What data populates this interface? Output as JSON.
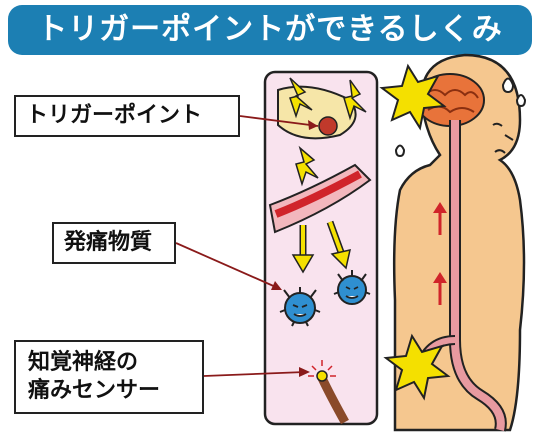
{
  "title": "トリガーポイントができるしくみ",
  "labels": {
    "trigger_point": "トリガーポイント",
    "pain_substance": "発痛物質",
    "pain_sensor_line1": "知覚神経の",
    "pain_sensor_line2": "痛みセンサー"
  },
  "colors": {
    "title_bg": "#1c7fb3",
    "skin": "#f5c78f",
    "nerve": "#e89aa0",
    "arrow": "#d0242a",
    "bolt": "#f4e000",
    "brain": "#e8733a",
    "panel_bg": "#f9e3ee",
    "blob": "#2f8fd0"
  },
  "icons": [
    "lightning-icon",
    "brain-icon",
    "sweat-drop-icon",
    "pain-substance-character-icon"
  ]
}
